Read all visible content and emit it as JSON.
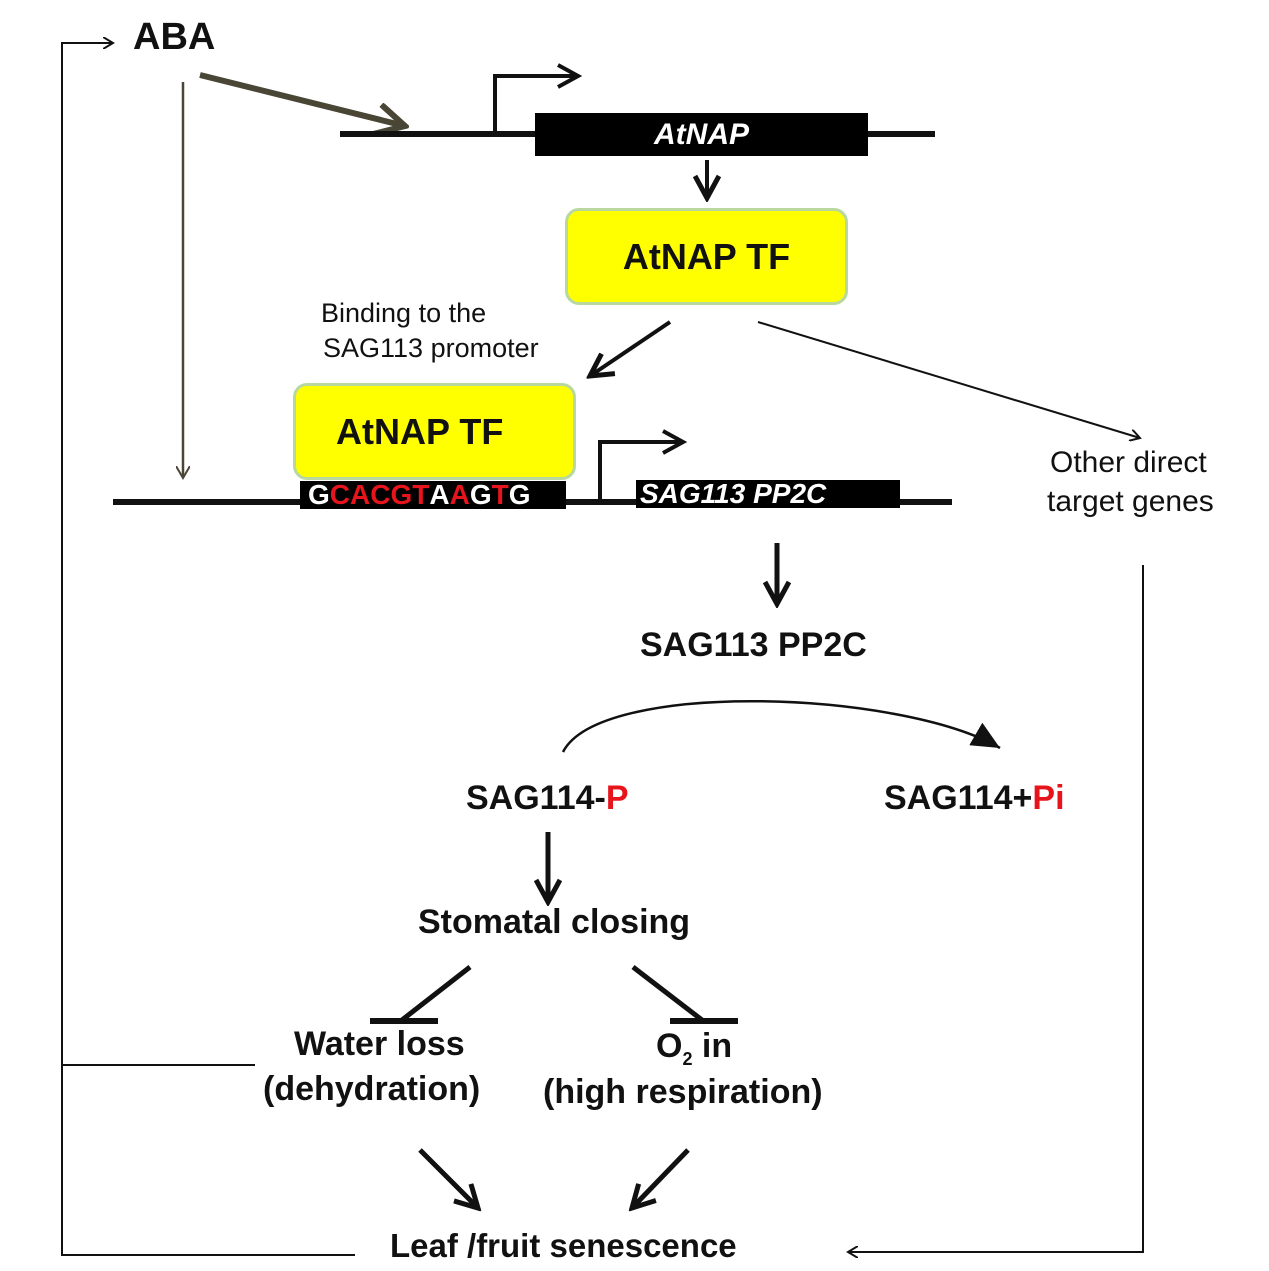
{
  "aba_label": "ABA",
  "atnap_gene_label": "AtNAP",
  "atnap_tf_top": "AtNAP TF",
  "binding_line1": "Binding to the",
  "binding_line2": "SAG113 promoter",
  "atnap_tf_bound": "AtNAP TF",
  "promoter_sequence": [
    {
      "ch": "G",
      "red": false
    },
    {
      "ch": "C",
      "red": true
    },
    {
      "ch": "A",
      "red": true
    },
    {
      "ch": "C",
      "red": true
    },
    {
      "ch": "G",
      "red": true
    },
    {
      "ch": "T",
      "red": true
    },
    {
      "ch": "A",
      "red": false
    },
    {
      "ch": "A",
      "red": true
    },
    {
      "ch": "G",
      "red": false
    },
    {
      "ch": "T",
      "red": true
    },
    {
      "ch": "G",
      "red": false
    }
  ],
  "sag113_gene_label": "SAG113 PP2C",
  "other_targets_line1": "Other direct",
  "other_targets_line2": "target genes",
  "sag113_protein": "SAG113 PP2C",
  "sag114p_prefix": "SAG114-",
  "sag114p_suffix": "P",
  "sag114pi_prefix": "SAG114+",
  "sag114pi_suffix": "Pi",
  "stomatal": "Stomatal closing",
  "water_line1": "Water loss",
  "water_line2": "(dehydration)",
  "o2_prefix": "O",
  "o2_sub": "2",
  "o2_suffix": " in",
  "o2_line2": "(high respiration)",
  "senescence": "Leaf /fruit senescence",
  "colors": {
    "tf_box_fill": "#ffff00",
    "tf_box_border": "#b8d8a0",
    "highlight_red": "#e8141c",
    "aba_arrow": "#4a4636"
  }
}
